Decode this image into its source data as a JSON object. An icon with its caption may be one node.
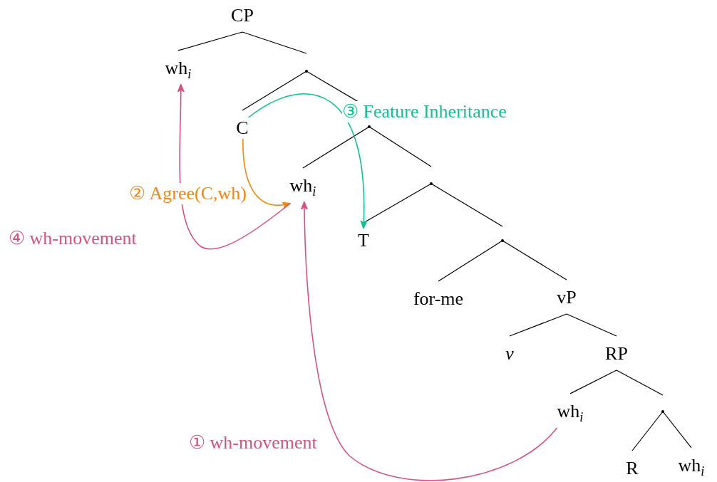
{
  "diagram": {
    "nodes": [
      {
        "text": [
          "CP"
        ]
      },
      {
        "text": [
          "wh$_{i}$"
        ]
      },
      {
        "text": [],
        "shape": "point"
      },
      {
        "text": [
          "C"
        ]
      },
      {
        "text": [],
        "shape": "point"
      },
      {
        "text": [
          "wh$_{i}$"
        ]
      },
      {
        "text": [],
        "shape": "point"
      },
      {
        "text": [
          "T"
        ]
      },
      {
        "text": [],
        "shape": "point"
      },
      {
        "text": [
          "for-me"
        ]
      },
      {
        "text": [
          "vP"
        ]
      },
      {
        "text": [
          "v"
        ]
      },
      {
        "text": [
          "RP"
        ]
      },
      {
        "text": [
          "wh$_{i}$"
        ]
      },
      {
        "text": [],
        "shape": "point"
      },
      {
        "text": [
          "R"
        ]
      },
      {
        "text": [
          "wh$_{i}$"
        ]
      }
    ],
    "edges": [
      {
        "from": 0,
        "to": 1,
        "arrow": "none"
      },
      {
        "from": 0,
        "to": 2,
        "arrow": "none"
      },
      {
        "from": 2,
        "to": 3,
        "arrow": "none"
      },
      {
        "from": 2,
        "to": 4,
        "arrow": "none"
      },
      {
        "from": 4,
        "to": 5,
        "arrow": "none"
      },
      {
        "from": 4,
        "to": 6,
        "arrow": "none"
      },
      {
        "from": 6,
        "to": 7,
        "arrow": "none"
      },
      {
        "from": 6,
        "to": 8,
        "arrow": "none"
      },
      {
        "from": 8,
        "to": 9,
        "arrow": "none"
      },
      {
        "from": 8,
        "to": 10,
        "arrow": "none"
      },
      {
        "from": 10,
        "to": 11,
        "arrow": "none"
      },
      {
        "from": 10,
        "to": 12,
        "arrow": "none"
      },
      {
        "from": 12,
        "to": 13,
        "arrow": "none"
      },
      {
        "from": 12,
        "to": 14,
        "arrow": "none"
      },
      {
        "from": 14,
        "to": 15,
        "arrow": "none"
      },
      {
        "from": 14,
        "to": 16,
        "arrow": "none"
      },
      {
        "from": 13,
        "to": 5,
        "arrow": "to",
        "label": "① wh-movement",
        "color": "#d9517f"
      },
      {
        "from": 3,
        "to": 5,
        "arrow": "to",
        "label": "② Agree(C,wh)",
        "color": "#f5850f"
      },
      {
        "from": 3,
        "to": 7,
        "arrow": "to",
        "label": "③ Feature Inheritance",
        "color": "#14c08f"
      },
      {
        "from": 5,
        "to": 1,
        "arrow": "to",
        "label": "④ wh-movement",
        "color": "#d9517f"
      }
    ]
  }
}
